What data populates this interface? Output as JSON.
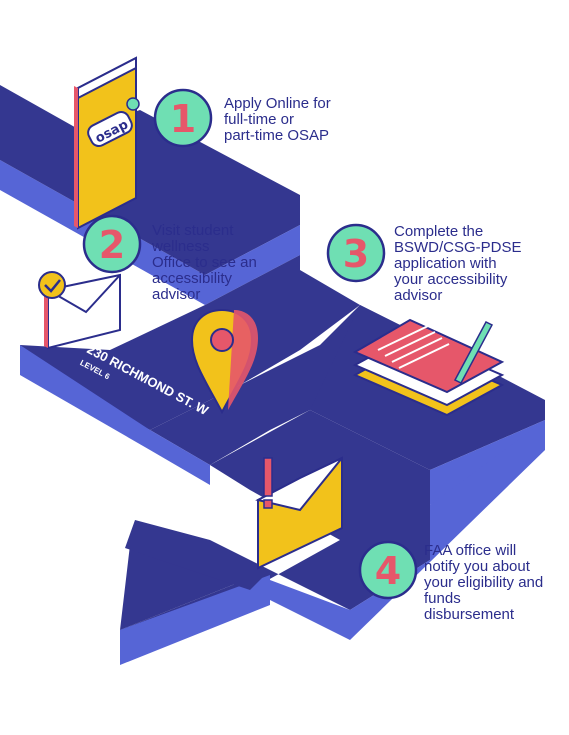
{
  "steps": [
    {
      "number": "1",
      "text": "Apply Online for\nfull-time or\npart-time OSAP"
    },
    {
      "number": "2",
      "text": "Visit student\nwellness\nOffice to see an\naccessibility\nadvisor"
    },
    {
      "number": "3",
      "text": "Complete the\nBSWD/CSG-PDSE\napplication with\nyour accessibility\nadvisor"
    },
    {
      "number": "4",
      "text": "FAA office will\nnotify you about\nyour eligibility and\nfunds\ndisbursement"
    }
  ],
  "address": {
    "street": "230 RICHMOND ST. W",
    "level": "LEVEL 6"
  },
  "osap_logo_text": "osap",
  "colors": {
    "road_top": "#343790",
    "road_side": "#5665d6",
    "circle_fill": "#6fdfb3",
    "number": "#e6576a",
    "text": "#2b2d8c",
    "yellow": "#f2c21b",
    "pink": "#e6576a"
  },
  "icons": [
    "osap-browser-icon",
    "envelope-check-icon",
    "map-pin-icon",
    "documents-pen-icon",
    "envelope-alert-icon"
  ]
}
